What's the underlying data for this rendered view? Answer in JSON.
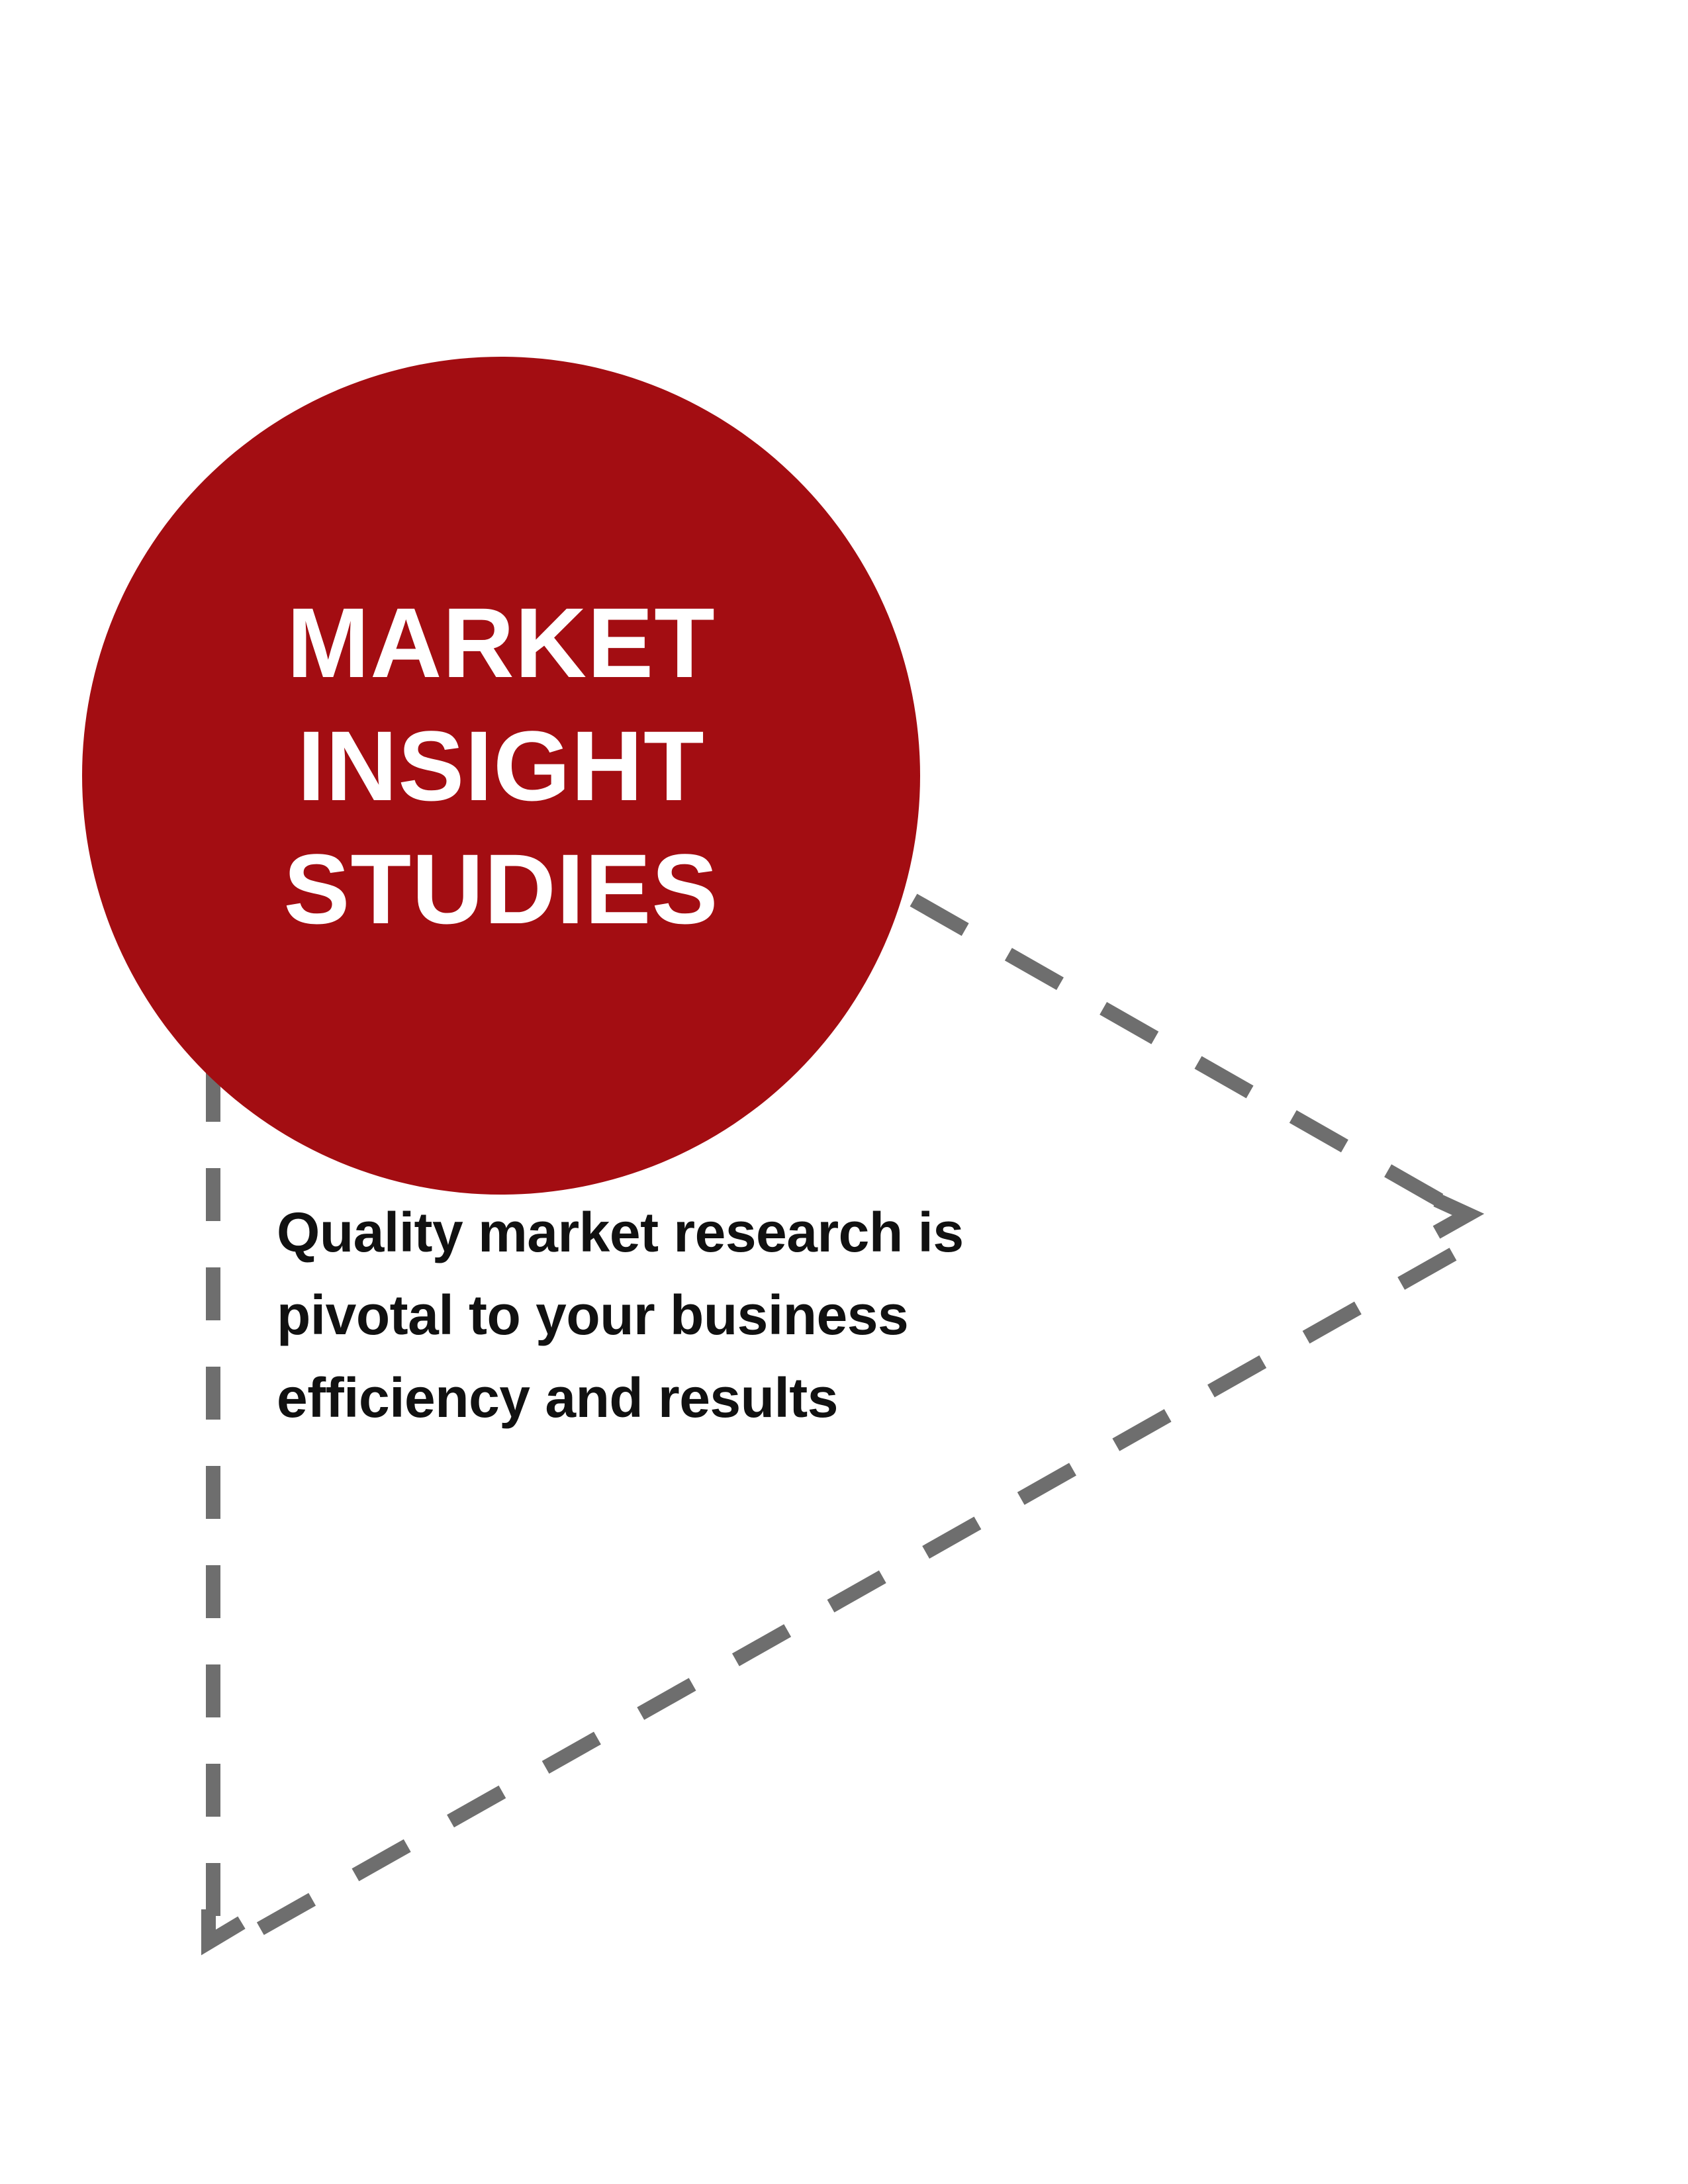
{
  "colors": {
    "circle_fill": "#A30D12",
    "title_text": "#FFFFFF",
    "body_text": "#111111",
    "dashed_line": "#6E6E6E",
    "background": "#FFFFFF"
  },
  "heading": {
    "lines": [
      "MARKET",
      "INSIGHT",
      "STUDIES"
    ]
  },
  "tagline": {
    "lines": [
      "Quality market research is",
      "pivotal to your business",
      "efficiency and results"
    ]
  }
}
